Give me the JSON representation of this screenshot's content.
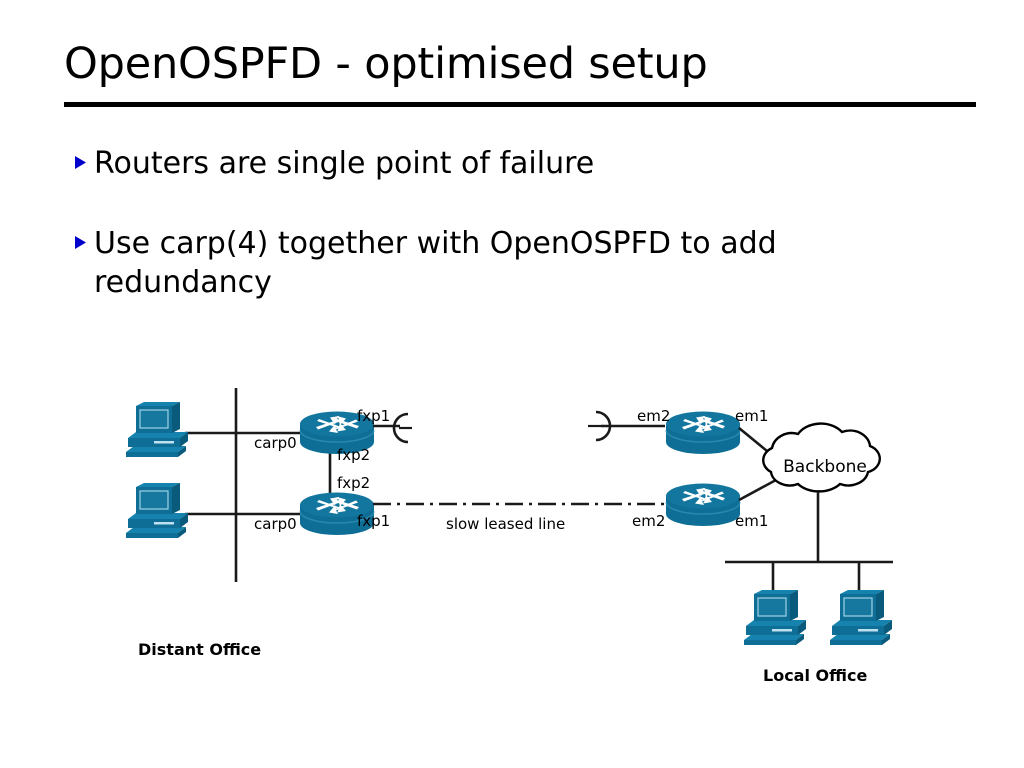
{
  "slide": {
    "title": "OpenOSPFD - optimised setup",
    "bullets": [
      {
        "marker": "triangle-right-bullet",
        "text": "Routers are single point of failure"
      },
      {
        "marker": "triangle-right-bullet",
        "text": "Use carp(4) together with OpenOSPFD to add redundancy"
      }
    ]
  },
  "colors": {
    "bullet_marker": "#0000CC",
    "device_body": "#0E6E96",
    "device_top": "#1583AE",
    "device_shade": "#0A5A7C",
    "line": "#1a1a1a",
    "text": "#000000",
    "background": "#ffffff"
  },
  "diagram": {
    "name": "network-topology-diagram",
    "sites": {
      "left_label": "Distant Office",
      "right_label": "Local Office"
    },
    "cloud": {
      "label": "Backbone",
      "icon": "cloud-icon"
    },
    "link_label": "slow leased line",
    "link_icon": "lightning-bolt-serial-link-icon",
    "devices": [
      {
        "id": "workstation-distant-top",
        "icon": "workstation-icon",
        "site": "Distant Office"
      },
      {
        "id": "workstation-distant-bottom",
        "icon": "workstation-icon",
        "site": "Distant Office"
      },
      {
        "id": "router-distant-top",
        "icon": "router-icon",
        "site": "Distant Office"
      },
      {
        "id": "router-distant-bottom",
        "icon": "router-icon",
        "site": "Distant Office"
      },
      {
        "id": "router-local-top",
        "icon": "router-icon",
        "site": "Local Office"
      },
      {
        "id": "router-local-bottom",
        "icon": "router-icon",
        "site": "Local Office"
      },
      {
        "id": "workstation-local-left",
        "icon": "workstation-icon",
        "site": "Local Office"
      },
      {
        "id": "workstation-local-right",
        "icon": "workstation-icon",
        "site": "Local Office"
      }
    ],
    "interface_labels": {
      "distant_top_lan": "carp0",
      "distant_bottom_lan": "carp0",
      "distant_top_wan": "fxp1",
      "distant_bottom_wan": "fxp1",
      "distant_top_sync": "fxp2",
      "distant_bottom_sync": "fxp2",
      "local_top_wan": "em2",
      "local_bottom_wan": "em2",
      "local_top_backbone": "em1",
      "local_bottom_backbone": "em1"
    }
  }
}
